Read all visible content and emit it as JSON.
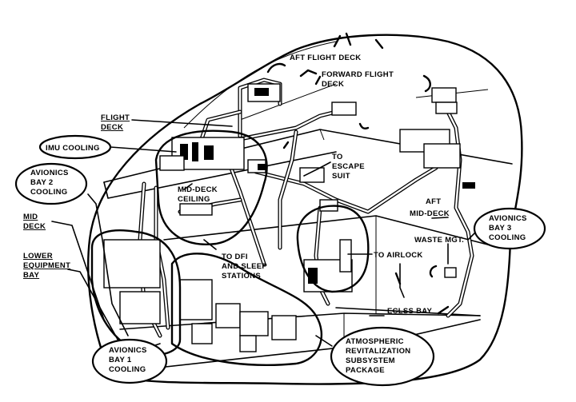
{
  "diagram": {
    "labels": {
      "aft_flight_deck": "AFT FLIGHT DECK",
      "forward_flight_deck_1": "FORWARD FLIGHT",
      "forward_flight_deck_2": "DECK",
      "flight_deck_1": "FLIGHT",
      "flight_deck_2": "DECK",
      "imu_cooling": "IMU COOLING",
      "avionics_bay2_1": "AVIONICS",
      "avionics_bay2_2": "BAY 2",
      "avionics_bay2_3": "COOLING",
      "mid_deck_1": "MID",
      "mid_deck_2": "DECK",
      "lower_equipment_bay_1": "LOWER",
      "lower_equipment_bay_2": "EQUIPMENT",
      "lower_equipment_bay_3": "BAY",
      "mid_deck_ceiling_1": "MID-DECK",
      "mid_deck_ceiling_2": "CEILING",
      "to_escape_suit_1": "TO",
      "to_escape_suit_2": "ESCAPE",
      "to_escape_suit_3": "SUIT",
      "aft_mid_deck_1": "AFT",
      "aft_mid_deck_2": "MID-DECK",
      "avionics_bay3_1": "AVIONICS",
      "avionics_bay3_2": "BAY 3",
      "avionics_bay3_3": "COOLING",
      "waste_mgt": "WASTE MGT.",
      "to_airlock": "TO AIRLOCK",
      "to_dfi_1": "TO DFI",
      "to_dfi_2": "AND SLEEP",
      "to_dfi_3": "STATIONS",
      "eclss_bay": "ECLSS BAY",
      "avionics_bay1_1": "AVIONICS",
      "avionics_bay1_2": "BAY 1",
      "avionics_bay1_3": "COOLING",
      "arsp_1": "ATMOSPHERIC",
      "arsp_2": "REVITALIZATION",
      "arsp_3": "SUBSYSTEM",
      "arsp_4": "PACKAGE"
    }
  }
}
